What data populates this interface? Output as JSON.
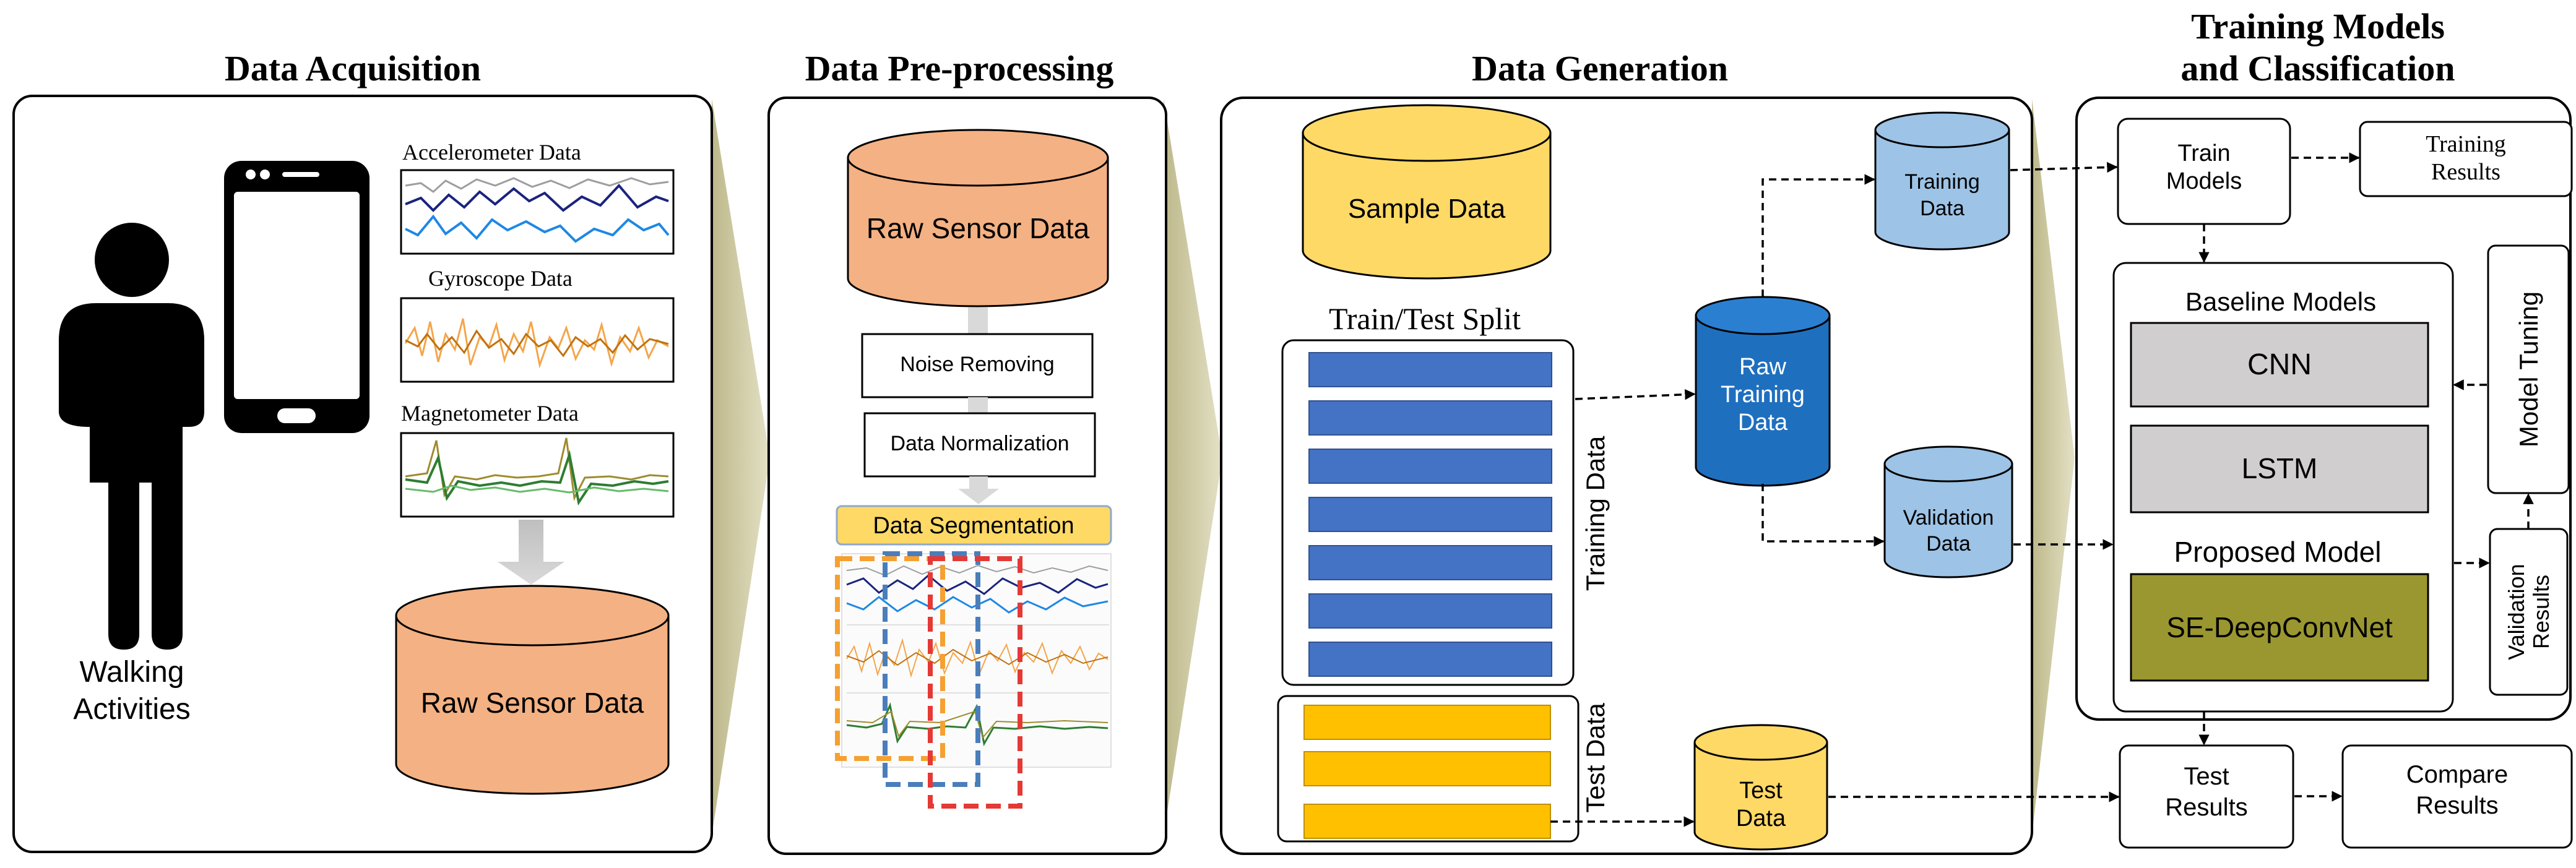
{
  "sections": {
    "acquisition": "Data Acquisition",
    "preprocessing": "Data Pre-processing",
    "generation": "Data Generation",
    "training_line1": "Training Models",
    "training_line2": "and Classification"
  },
  "acquisition": {
    "accelerometer": "Accelerometer Data",
    "gyroscope": "Gyroscope Data",
    "magnetometer": "Magnetometer Data",
    "walking_line1": "Walking",
    "walking_line2": "Activities",
    "raw_sensor": "Raw Sensor Data"
  },
  "preprocessing": {
    "raw_sensor": "Raw Sensor Data",
    "noise_removing": "Noise Removing",
    "normalization": "Data Normalization",
    "segmentation": "Data Segmentation"
  },
  "generation": {
    "sample_data": "Sample Data",
    "split_title": "Train/Test Split",
    "training_data_label": "Training Data",
    "test_data_label": "Test Data",
    "raw_training_line1": "Raw",
    "raw_training_line2": "Training",
    "raw_training_line3": "Data",
    "training_line1": "Training",
    "training_line2": "Data",
    "validation_line1": "Validation",
    "validation_line2": "Data",
    "test_line1": "Test",
    "test_line2": "Data"
  },
  "training": {
    "train_models_line1": "Train",
    "train_models_line2": "Models",
    "training_results_line1": "Training",
    "training_results_line2": "Results",
    "baseline_models": "Baseline Models",
    "cnn": "CNN",
    "lstm": "LSTM",
    "proposed_model": "Proposed Model",
    "se_deepconvnet": "SE-DeepConvNet",
    "model_tuning": "Model Tuning",
    "validation_results_line1": "Validation",
    "validation_results_line2": "Results",
    "test_results_line1": "Test",
    "test_results_line2": "Results",
    "compare_line1": "Compare",
    "compare_line2": "Results"
  },
  "colors": {
    "orange_cylinder": "#f4b183",
    "yellow_cylinder": "#ffd966",
    "dark_blue_cylinder": "#1f6fbf",
    "light_blue_cylinder": "#9dc3e6",
    "train_bar": "#4472c4",
    "test_bar": "#ffc000",
    "gray_model": "#d0cece",
    "olive_model": "#9a9730",
    "chevron": "#d9d6b4",
    "segmentation_fill": "#ffd966"
  }
}
